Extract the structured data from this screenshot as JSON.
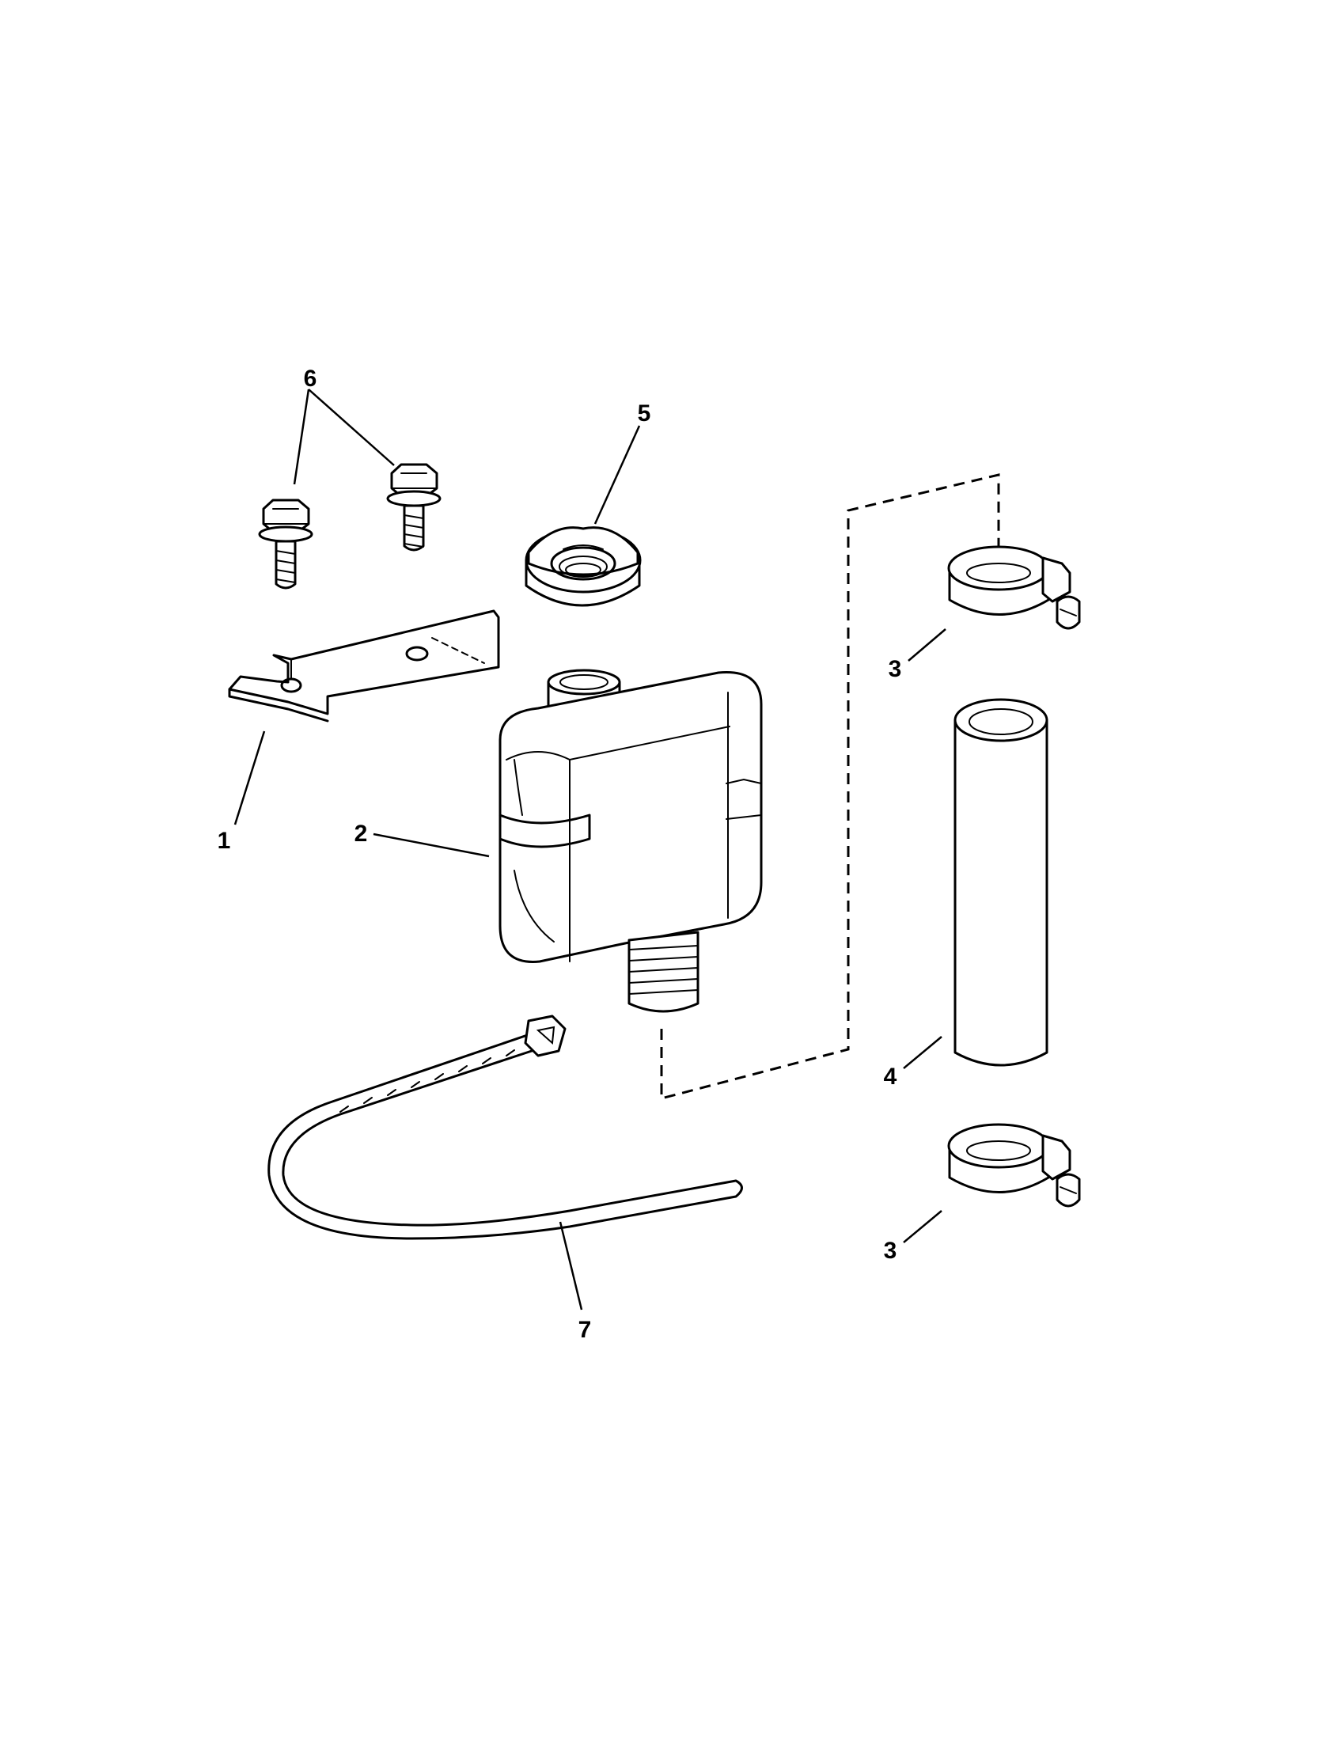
{
  "callouts": {
    "c1": "1",
    "c2": "2",
    "c3a": "3",
    "c3b": "3",
    "c4": "4",
    "c5": "5",
    "c6": "6",
    "c7": "7"
  },
  "colors": {
    "ink": "#000000",
    "paper": "#ffffff"
  },
  "parts": [
    "bracket",
    "filter-body",
    "hose-clamp",
    "hose",
    "filter-cap",
    "hex-bolt",
    "cable-tie"
  ]
}
